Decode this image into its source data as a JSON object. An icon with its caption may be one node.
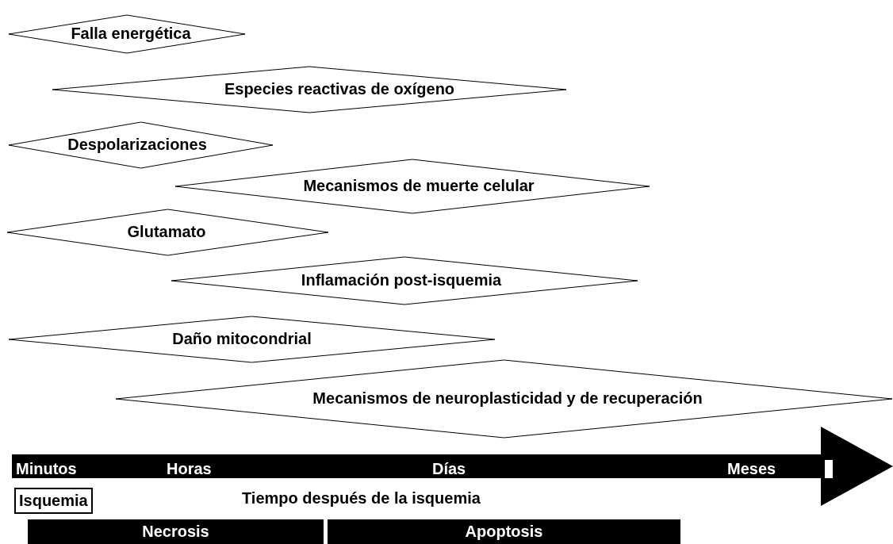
{
  "diagram": {
    "nodes": [
      {
        "text": [
          "Falla energética"
        ]
      },
      {
        "text": [
          "Especies reactivas de oxígeno"
        ]
      },
      {
        "text": [
          "Despolarizaciones"
        ]
      },
      {
        "text": [
          "Mecanismos de muerte celular"
        ]
      },
      {
        "text": [
          "Glutamato"
        ]
      },
      {
        "text": [
          "Inflamación post-isquemia"
        ]
      },
      {
        "text": [
          "Daño mitocondrial"
        ]
      },
      {
        "text": [
          "Mecanismos de neuroplasticidad y de recuperación"
        ]
      },
      {
        "text": [
          "Minutos",
          "Horas",
          "Días",
          "Meses"
        ]
      },
      {
        "text": [
          "Isquemia"
        ]
      },
      {
        "text": [
          "Necrosis"
        ]
      },
      {
        "text": [
          "Apoptosis"
        ]
      }
    ],
    "edges": [],
    "labels": [
      "Tiempo después de la isquemia"
    ]
  }
}
